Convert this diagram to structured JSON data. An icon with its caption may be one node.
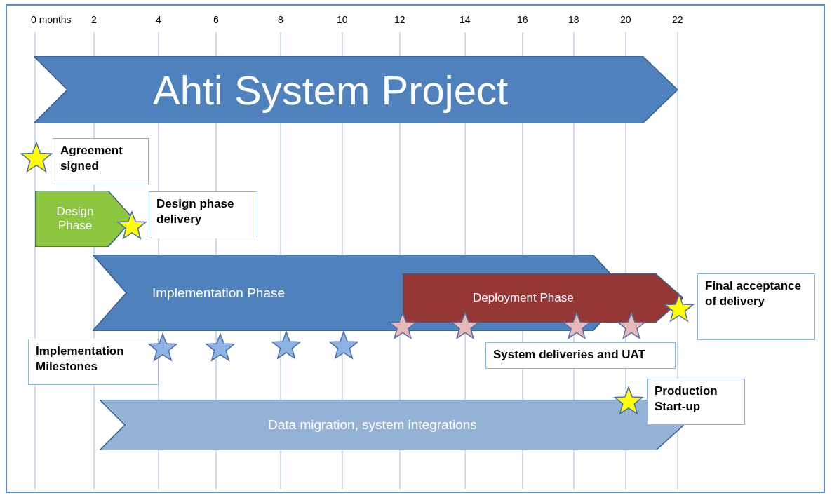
{
  "diagram": {
    "nodes": [
      {
        "text": [
          "Ahti System Project"
        ]
      },
      {
        "text": [],
        "shape": "star"
      },
      {
        "text": [
          "Agreement signed"
        ]
      },
      {
        "text": [
          "Design Phase"
        ]
      },
      {
        "text": [],
        "shape": "star"
      },
      {
        "text": [
          "Design phase delivery"
        ]
      },
      {
        "text": [
          "Implementation Phase"
        ]
      },
      {
        "text": [
          "Deployment Phase"
        ]
      },
      {
        "text": [],
        "shape": "star"
      },
      {
        "text": [
          "Final acceptance of delivery"
        ]
      },
      {
        "text": [],
        "shape": "star"
      },
      {
        "text": [],
        "shape": "star"
      },
      {
        "text": [],
        "shape": "star"
      },
      {
        "text": [],
        "shape": "star"
      },
      {
        "text": [
          "Implementation Milestones"
        ]
      },
      {
        "text": [],
        "shape": "star"
      },
      {
        "text": [],
        "shape": "star"
      },
      {
        "text": [],
        "shape": "star"
      },
      {
        "text": [],
        "shape": "star"
      },
      {
        "text": [
          "System deliveries and UAT"
        ]
      },
      {
        "text": [
          "Data migration, system integrations"
        ]
      },
      {
        "text": [],
        "shape": "star"
      },
      {
        "text": [
          "Production Start-up"
        ]
      }
    ],
    "labels": [
      "0 months",
      "2",
      "4",
      "6",
      "8",
      "10",
      "12",
      "14",
      "16",
      "18",
      "20",
      "22"
    ]
  }
}
